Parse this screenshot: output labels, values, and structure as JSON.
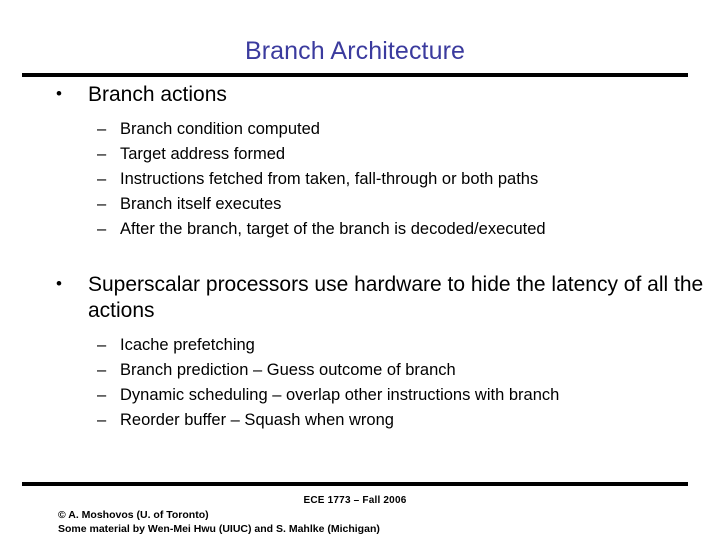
{
  "slide": {
    "title": "Branch Architecture",
    "title_color": "#3b3b9e",
    "background_color": "#ffffff",
    "text_color": "#000000",
    "rule_color": "#000000",
    "bullet_marker_level1": "•",
    "bullet_marker_level2": "–",
    "blocks": [
      {
        "level": 1,
        "text": "Branch actions"
      },
      {
        "level": 2,
        "text": "Branch condition computed"
      },
      {
        "level": 2,
        "text": "Target address formed"
      },
      {
        "level": 2,
        "text": "Instructions fetched from taken, fall-through or both paths"
      },
      {
        "level": 2,
        "text": "Branch itself executes"
      },
      {
        "level": 2,
        "text": "After the branch, target of the branch is decoded/executed"
      },
      {
        "level": 1,
        "text": "Superscalar processors use hardware to hide the latency of all the actions"
      },
      {
        "level": 2,
        "text": "Icache prefetching"
      },
      {
        "level": 2,
        "text": "Branch prediction – Guess outcome of branch"
      },
      {
        "level": 2,
        "text": "Dynamic scheduling – overlap other instructions with branch"
      },
      {
        "level": 2,
        "text": "Reorder buffer – Squash when wrong"
      }
    ]
  },
  "footer": {
    "course": "ECE 1773 – Fall 2006",
    "copyright": "© A. Moshovos (U. of Toronto)",
    "attribution": "Some material by Wen-Mei Hwu (UIUC) and S. Mahlke (Michigan)"
  }
}
